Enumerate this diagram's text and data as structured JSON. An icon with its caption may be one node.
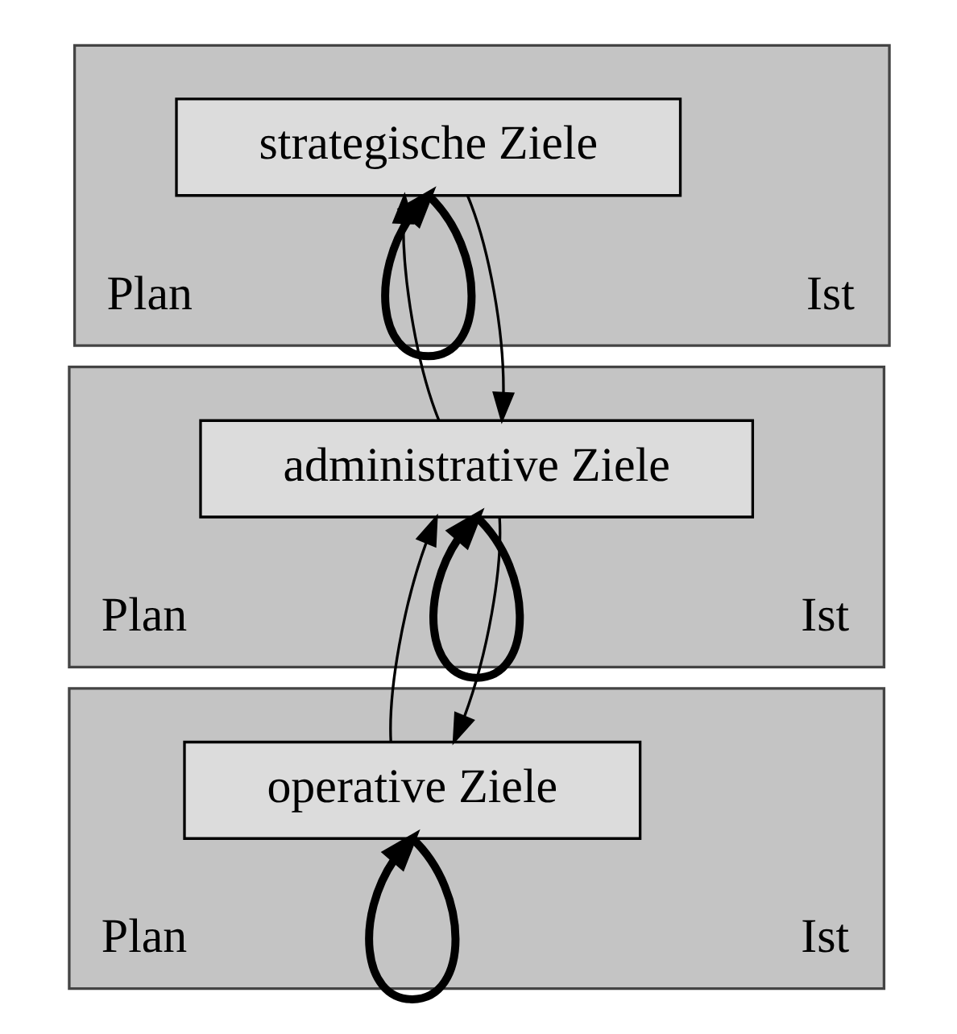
{
  "diagram": {
    "nodes": [
      {
        "text": [
          "Plan",
          "Ist"
        ]
      },
      {
        "text": [
          "strategische Ziele"
        ],
        "in": 0
      },
      {
        "text": [
          "Plan",
          "Ist"
        ]
      },
      {
        "text": [
          "administrative Ziele"
        ],
        "in": 2
      },
      {
        "text": [
          "Plan",
          "Ist"
        ]
      },
      {
        "text": [
          "operative Ziele"
        ],
        "in": 4
      }
    ],
    "edges": [
      {
        "from": 1,
        "to": 1,
        "arrow": "to",
        "style": "thick"
      },
      {
        "from": 1,
        "to": 3,
        "arrow": "to"
      },
      {
        "from": 3,
        "to": 1,
        "arrow": "to"
      },
      {
        "from": 3,
        "to": 3,
        "arrow": "to",
        "style": "thick"
      },
      {
        "from": 3,
        "to": 5,
        "arrow": "to"
      },
      {
        "from": 5,
        "to": 3,
        "arrow": "to"
      },
      {
        "from": 5,
        "to": 5,
        "arrow": "to",
        "style": "thick"
      }
    ]
  }
}
